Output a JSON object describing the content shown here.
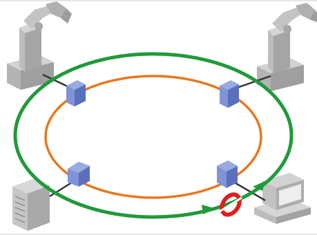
{
  "diagram": {
    "rings": [
      {
        "name": "outer-ring",
        "color": "#1f9a3a",
        "role": "redundant ring with direction arrows"
      },
      {
        "name": "inner-ring",
        "color": "#e8771e",
        "role": "primary ring"
      }
    ],
    "nodes": [
      {
        "name": "robot-arm-top-left-icon",
        "type": "industrial robot"
      },
      {
        "name": "robot-arm-top-right-icon",
        "type": "industrial robot"
      },
      {
        "name": "server-tower-icon",
        "type": "server"
      },
      {
        "name": "workstation-computer-icon",
        "type": "computer"
      }
    ],
    "switches": 4,
    "fault": {
      "name": "broken-link-icon",
      "color": "#e01e1e"
    },
    "colors": {
      "switch_face": "#6f86cf",
      "switch_side": "#4d63ad",
      "device_gray": "#b9b9b9",
      "cable": "#333333"
    }
  }
}
